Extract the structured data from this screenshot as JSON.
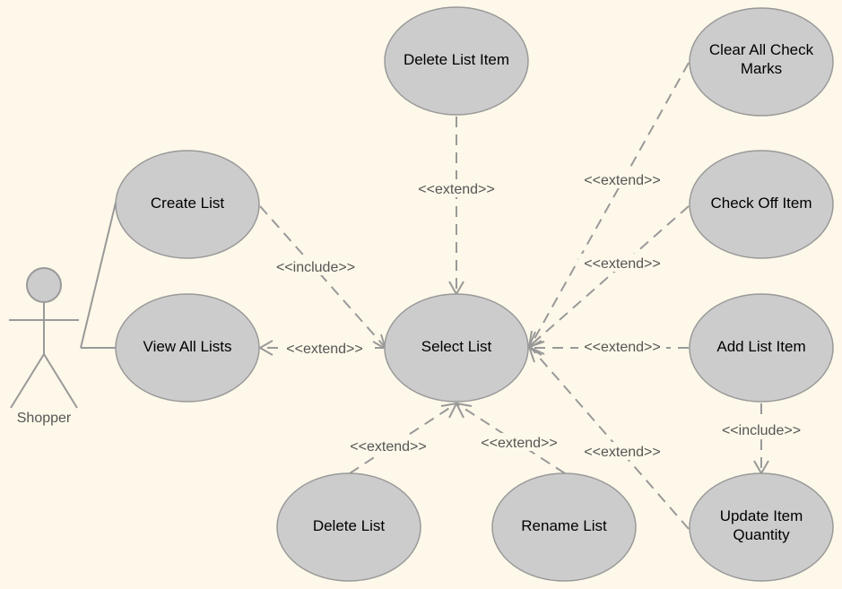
{
  "actor": {
    "name": "Shopper"
  },
  "use_cases": {
    "delete_list_item": [
      "Delete List Item"
    ],
    "clear_all_check_marks": [
      "Clear All Check",
      "Marks"
    ],
    "create_list": [
      "Create List"
    ],
    "check_off_item": [
      "Check Off Item"
    ],
    "view_all_lists": [
      "View All Lists"
    ],
    "select_list": [
      "Select List"
    ],
    "add_list_item": [
      "Add List Item"
    ],
    "delete_list": [
      "Delete List"
    ],
    "rename_list": [
      "Rename List"
    ],
    "update_item_quantity": [
      "Update Item",
      "Quantity"
    ]
  },
  "relationships": {
    "delete_list_item_to_select_list": "<<extend>>",
    "clear_all_check_marks_to_select_list": "<<extend>>",
    "create_list_to_select_list": "<<include>>",
    "check_off_item_to_select_list": "<<extend>>",
    "select_list_to_view_all_lists": "<<extend>>",
    "add_list_item_to_select_list": "<<extend>>",
    "delete_list_to_select_list": "<<extend>>",
    "rename_list_to_select_list": "<<extend>>",
    "add_list_item_to_update_item_quantity": "<<include>>",
    "update_item_quantity_to_select_list": "<<extend>>"
  },
  "colors": {
    "background": "#fdf8e9",
    "ellipse_fill": "#cccccc",
    "stroke": "#999999",
    "label_text": "#555555"
  }
}
